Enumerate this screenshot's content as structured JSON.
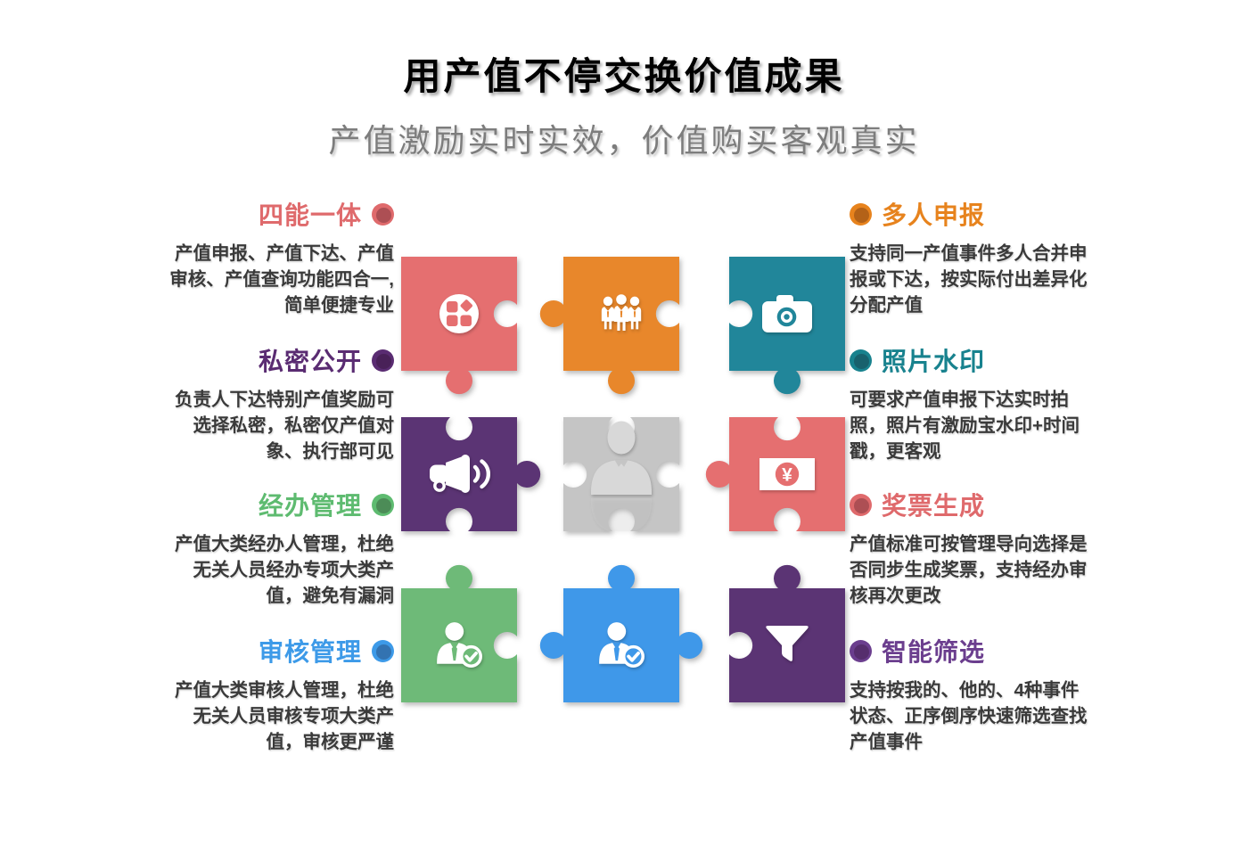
{
  "header": {
    "title": "用产值不停交换价值成果",
    "subtitle": "产值激励实时实效，价值购买客观真实"
  },
  "features_left": [
    {
      "title": "四能一体",
      "color": "#df6a6c",
      "body": "产值申报、产值下达、产值审核、产值查询功能四合一,简单便捷专业"
    },
    {
      "title": "私密公开",
      "color": "#5a2c72",
      "body": "负责人下达特别产值奖励可选择私密，私密仅产值对象、执行部可见"
    },
    {
      "title": "经办管理",
      "color": "#5ebb70",
      "body": "产值大类经办人管理，杜绝无关人员经办专项大类产值，避免有漏洞"
    },
    {
      "title": "审核管理",
      "color": "#3d9ae8",
      "body": "产值大类审核人管理，杜绝无关人员审核专项大类产值，审核更严谨"
    }
  ],
  "features_right": [
    {
      "title": "多人申报",
      "color": "#e7831d",
      "body": "支持同一产值事件多人合并申报或下达，按实际付出差异化分配产值"
    },
    {
      "title": "照片水印",
      "color": "#18828e",
      "body": "可要求产值申报下达实时拍照，照片有激励宝水印+时间戳，更客观"
    },
    {
      "title": "奖票生成",
      "color": "#df6a6c",
      "body": "产值标准可按管理导向选择是否同步生成奖票，支持经办审核再次更改"
    },
    {
      "title": "智能筛选",
      "color": "#6b3e8e",
      "body": "支持按我的、他的、4种事件状态、正序倒序快速筛选查找产值事件"
    }
  ],
  "puzzle": {
    "pieces": [
      {
        "icon": "app-grid-icon",
        "color": "#e56f70"
      },
      {
        "icon": "team-icon",
        "color": "#e8872b"
      },
      {
        "icon": "camera-icon",
        "color": "#21869a"
      },
      {
        "icon": "megaphone-icon",
        "color": "#5b3474"
      },
      {
        "icon": "person-icon",
        "color": "#c5c5c5"
      },
      {
        "icon": "banknote-icon",
        "color": "#e56f70",
        "symbol": "¥"
      },
      {
        "icon": "person-check-icon",
        "color": "#6eba78"
      },
      {
        "icon": "person-check-icon",
        "color": "#3f98e9"
      },
      {
        "icon": "funnel-icon",
        "color": "#5b3474"
      }
    ]
  }
}
